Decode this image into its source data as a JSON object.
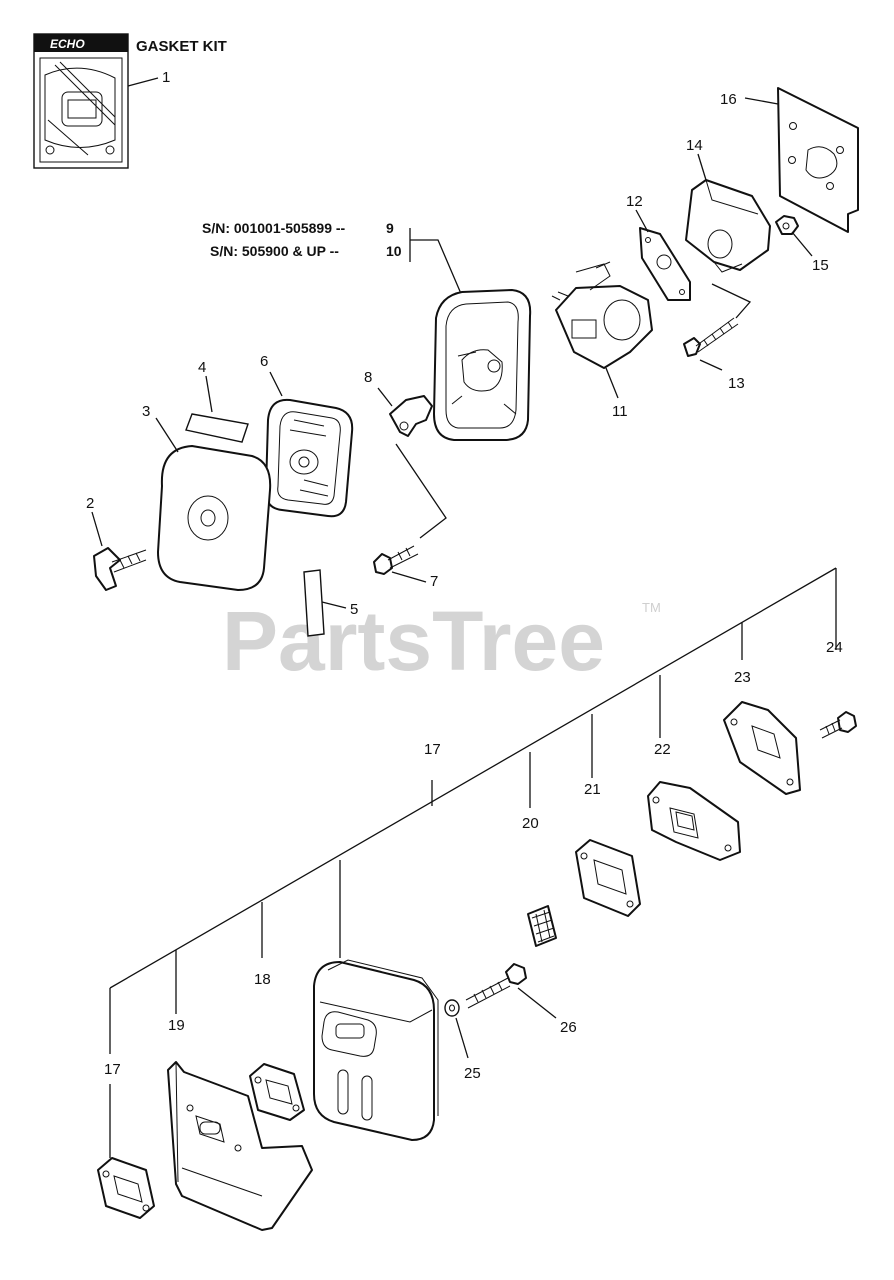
{
  "brand": "ECHO",
  "title": "GASKET KIT",
  "serials": {
    "line1_text": "S/N: 001001-505899 --",
    "line1_ref": "9",
    "line2_text": "S/N: 505900 & UP --",
    "line2_ref": "10"
  },
  "watermark": {
    "text": "PartsTree",
    "tm": "TM"
  },
  "callouts": {
    "c1": "1",
    "c2": "2",
    "c3": "3",
    "c4": "4",
    "c5": "5",
    "c6": "6",
    "c7": "7",
    "c8": "8",
    "c11": "11",
    "c12": "12",
    "c13": "13",
    "c14": "14",
    "c15": "15",
    "c16": "16",
    "c17a": "17",
    "c17b": "17",
    "c18": "18",
    "c19": "19",
    "c20": "20",
    "c21": "21",
    "c22": "22",
    "c23": "23",
    "c24": "24",
    "c25": "25",
    "c26": "26"
  }
}
